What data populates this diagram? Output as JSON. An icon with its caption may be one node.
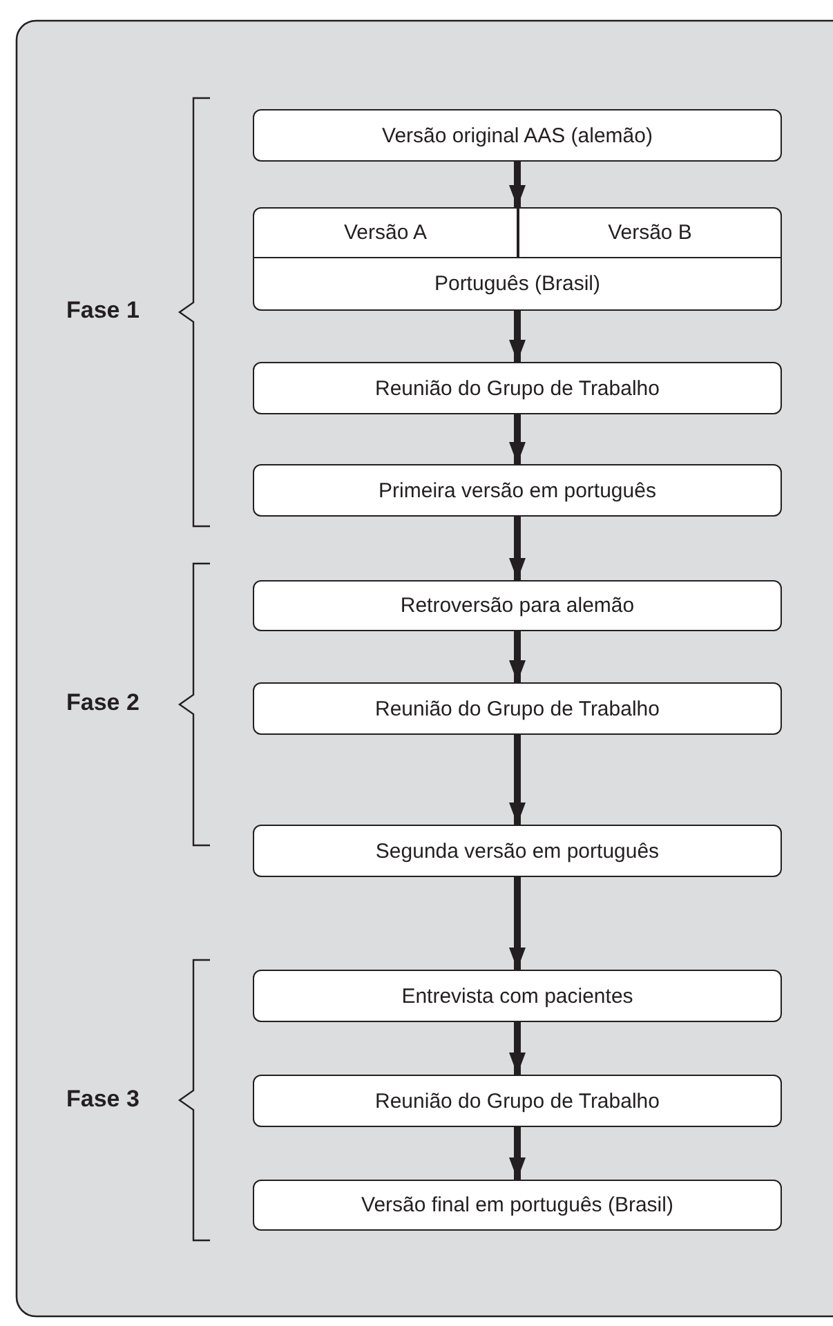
{
  "diagram": {
    "nodes": [
      {
        "text": [
          "Versão original AAS (alemão)"
        ]
      },
      {
        "text": [
          "Versão A"
        ]
      },
      {
        "text": [
          "Versão B"
        ]
      },
      {
        "text": [
          "Português (Brasil)"
        ]
      },
      {
        "text": [
          "Reunião do Grupo de Trabalho"
        ]
      },
      {
        "text": [
          "Primeira versão em português"
        ]
      },
      {
        "text": [
          "Retroversão para alemão"
        ]
      },
      {
        "text": [
          "Reunião do Grupo de Trabalho"
        ]
      },
      {
        "text": [
          "Segunda versão em português"
        ]
      },
      {
        "text": [
          "Entrevista com pacientes"
        ]
      },
      {
        "text": [
          "Reunião do Grupo de Trabalho"
        ]
      },
      {
        "text": [
          "Versão final em português (Brasil)"
        ]
      }
    ],
    "edges": [
      {
        "from": 0,
        "to": 1,
        "arrow": "to"
      },
      {
        "from": 0,
        "to": 2,
        "arrow": "to"
      },
      {
        "from": 3,
        "to": 4,
        "arrow": "to"
      },
      {
        "from": 4,
        "to": 5,
        "arrow": "to"
      },
      {
        "from": 5,
        "to": 6,
        "arrow": "to"
      },
      {
        "from": 6,
        "to": 7,
        "arrow": "to"
      },
      {
        "from": 7,
        "to": 8,
        "arrow": "to"
      },
      {
        "from": 8,
        "to": 9,
        "arrow": "to"
      },
      {
        "from": 9,
        "to": 10,
        "arrow": "to"
      },
      {
        "from": 10,
        "to": 11,
        "arrow": "to"
      }
    ],
    "labels": [
      "Fase 1",
      "Fase 2",
      "Fase 3"
    ]
  }
}
